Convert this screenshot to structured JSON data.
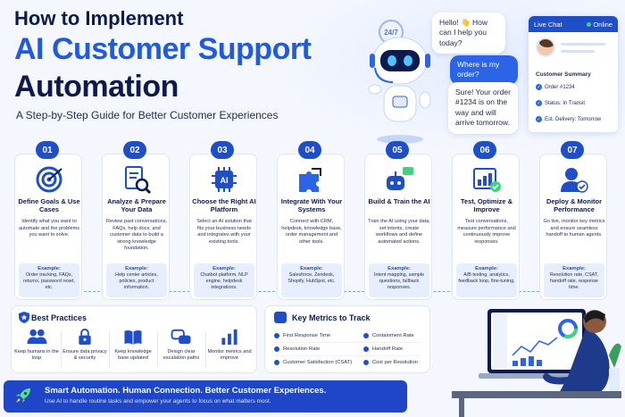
{
  "header": {
    "line1": "How to Implement",
    "line2": "AI Customer Support",
    "line3": "Automation",
    "subtitle": "A Step-by-Step Guide for Better Customer Experiences"
  },
  "chat": {
    "badge": "24/7",
    "greeting": "Hello! 👋 How can I help you today?",
    "question": "Where is my order?",
    "answer": "Sure! Your order #1234 is on the way and will arrive tomorrow."
  },
  "live_chat": {
    "title": "Live Chat",
    "status": "Online",
    "summary_title": "Customer Summary",
    "rows": [
      "Order #1234",
      "Status: In Transit",
      "Est. Delivery: Tomorrow"
    ]
  },
  "steps": [
    {
      "num": "01",
      "title": "Define Goals & Use Cases",
      "icon": "target-icon",
      "desc": "Identify what you want to automate and the problems you want to solve.",
      "example_label": "Example:",
      "example": "Order tracking, FAQs, returns, password reset, etc."
    },
    {
      "num": "02",
      "title": "Analyze & Prepare Your Data",
      "icon": "document-search-icon",
      "desc": "Review past conversations, FAQs, help docs, and customer data to build a strong knowledge foundation.",
      "example_label": "Example:",
      "example": "Help center articles, policies, product information."
    },
    {
      "num": "03",
      "title": "Choose the Right AI Platform",
      "icon": "ai-chip-icon",
      "desc": "Select an AI solution that fits your business needs and integrates with your existing tools.",
      "example_label": "Example:",
      "example": "Chatbot platform, NLP engine, helpdesk integrations."
    },
    {
      "num": "04",
      "title": "Integrate With Your Systems",
      "icon": "puzzle-icon",
      "desc": "Connect with CRM, helpdesk, knowledge base, order management and other tools.",
      "example_label": "Example:",
      "example": "Salesforce, Zendesk, Shopify, HubSpot, etc."
    },
    {
      "num": "05",
      "title": "Build & Train the AI",
      "icon": "robot-chat-icon",
      "desc": "Train the AI using your data, set intents, create workflows and define automated actions.",
      "example_label": "Example:",
      "example": "Intent mapping, sample questions, fallback responses."
    },
    {
      "num": "06",
      "title": "Test, Optimize & Improve",
      "icon": "chart-check-icon",
      "desc": "Test conversations, measure performance and continuously improve responses.",
      "example_label": "Example:",
      "example": "A/B testing, analytics, feedback loop, fine-tuning."
    },
    {
      "num": "07",
      "title": "Deploy & Monitor Performance",
      "icon": "user-check-icon",
      "desc": "Go live, monitor key metrics and ensure seamless handoff to human agents.",
      "example_label": "Example:",
      "example": "Resolution rate, CSAT, handoff rate, response time."
    }
  ],
  "best_practices": {
    "title": "Best Practices",
    "items": [
      {
        "label": "Keep humans in the loop",
        "icon": "people-icon"
      },
      {
        "label": "Ensure data privacy & security",
        "icon": "lock-icon"
      },
      {
        "label": "Keep knowledge base updated",
        "icon": "book-icon"
      },
      {
        "label": "Design clear escalation paths",
        "icon": "chat-bubbles-icon"
      },
      {
        "label": "Monitor metrics and improve",
        "icon": "bar-chart-icon"
      }
    ]
  },
  "metrics": {
    "title": "Key Metrics to Track",
    "left": [
      "First Response Time",
      "Resolution Rate",
      "Customer Satisfaction (CSAT)"
    ],
    "right": [
      "Containment Rate",
      "Handoff Rate",
      "Cost per Resolution"
    ]
  },
  "footer": {
    "headline": "Smart Automation. Human Connection. Better Customer Experiences.",
    "sub": "Use AI to handle routine tasks and empower your agents to focus on what matters most."
  },
  "colors": {
    "primary": "#1f4fc8",
    "accent": "#2c64e8",
    "dark": "#0d1b4c",
    "success": "#3fd37a"
  }
}
